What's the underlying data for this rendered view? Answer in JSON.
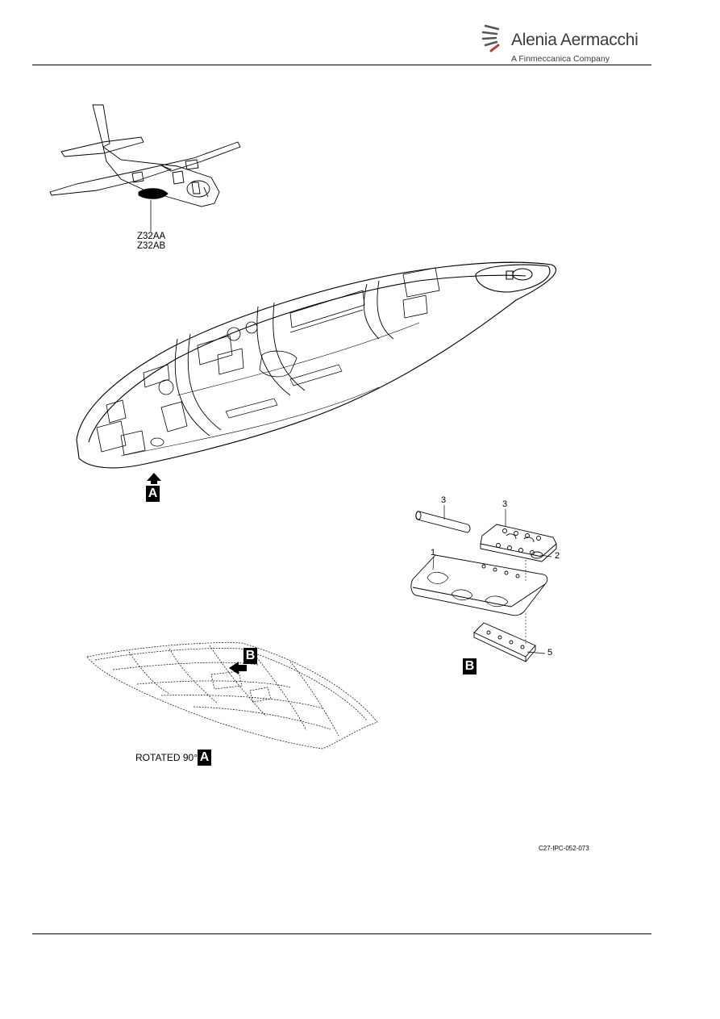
{
  "header": {
    "logo_name": "Alenia Aermacchi",
    "logo_subtitle": "A Finmeccanica Company"
  },
  "aircraft_view": {
    "zones": [
      "Z32AA",
      "Z32AB"
    ]
  },
  "views": {
    "a_marker": "A",
    "b_marker": "B",
    "rotated_label": "ROTATED 90°",
    "rotated_marker": "A",
    "detail_b_label": "B"
  },
  "callouts": {
    "pin_top": "3",
    "hinge_top": "3",
    "panel": "1",
    "fastener": "2",
    "doubler": "5"
  },
  "figure_ref": "C27-IPC-052-073"
}
